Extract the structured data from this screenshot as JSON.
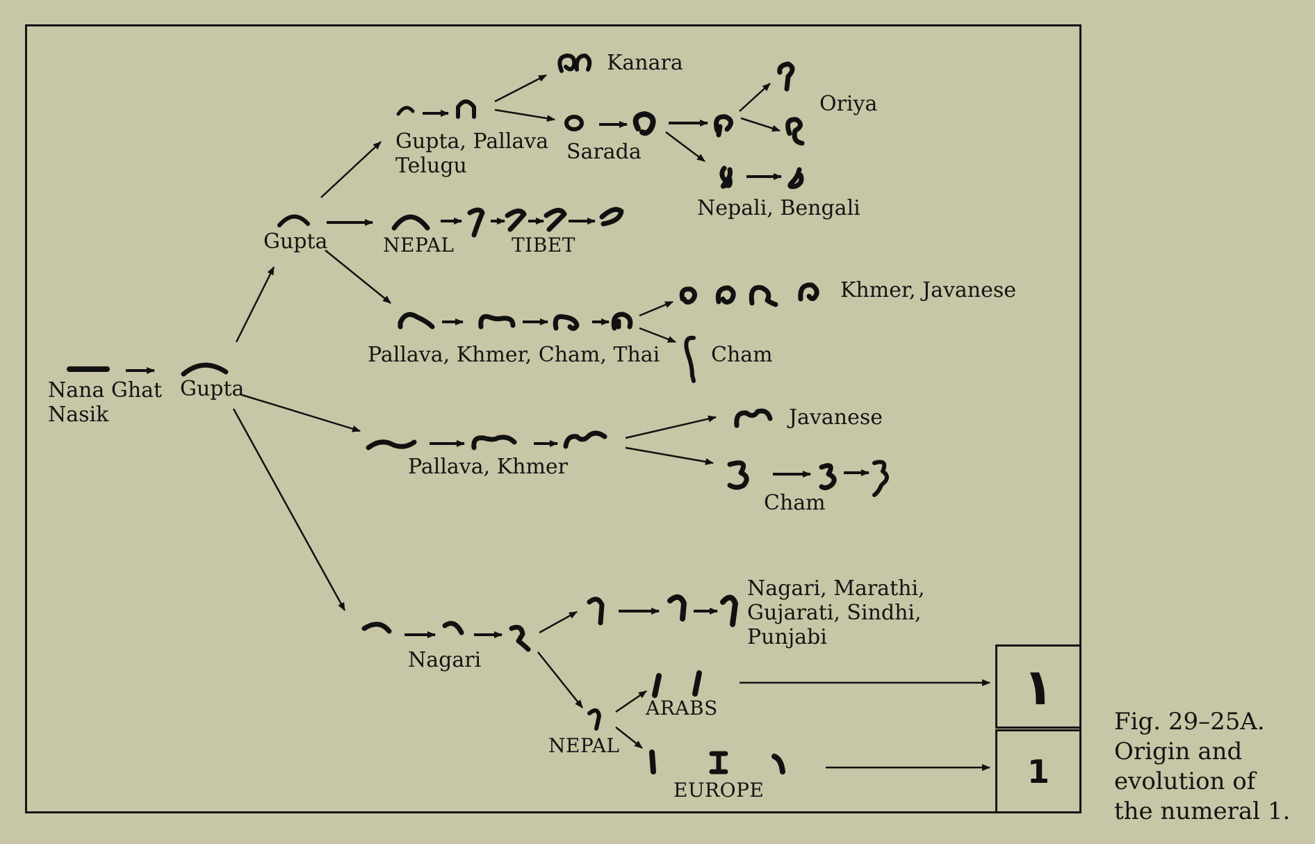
{
  "labels": {
    "nana_ghat": "Nana Ghat",
    "nasik": "Nasik",
    "gupta_root": "Gupta",
    "gupta_upper": "Gupta",
    "gupta_pallava": "Gupta, Pallava",
    "telugu": "Telugu",
    "kanara": "Kanara",
    "sarada": "Sarada",
    "oriya": "Oriya",
    "nepali_bengali": "Nepali, Bengali",
    "nepal_upper": "NEPAL",
    "tibet": "TIBET",
    "khmer_javanese": "Khmer, Javanese",
    "pallava_khmer_cham_thai": "Pallava, Khmer, Cham, Thai",
    "cham_upper": "Cham",
    "javanese": "Javanese",
    "pallava_khmer": "Pallava, Khmer",
    "cham_lower": "Cham",
    "nagari_marathi": "Nagari, Marathi,",
    "gujarati_sindhi": "Gujarati, Sindhi,",
    "punjabi": "Punjabi",
    "nagari": "Nagari",
    "arabs": "ARABS",
    "nepal_lower": "NEPAL",
    "europe": "EUROPE"
  },
  "result_glyphs": {
    "arabic": "١",
    "european": "1"
  },
  "caption": {
    "line1": "Fig. 29–25A.",
    "line2": "Origin and",
    "line3": "evolution of",
    "line4": "the numeral 1."
  }
}
